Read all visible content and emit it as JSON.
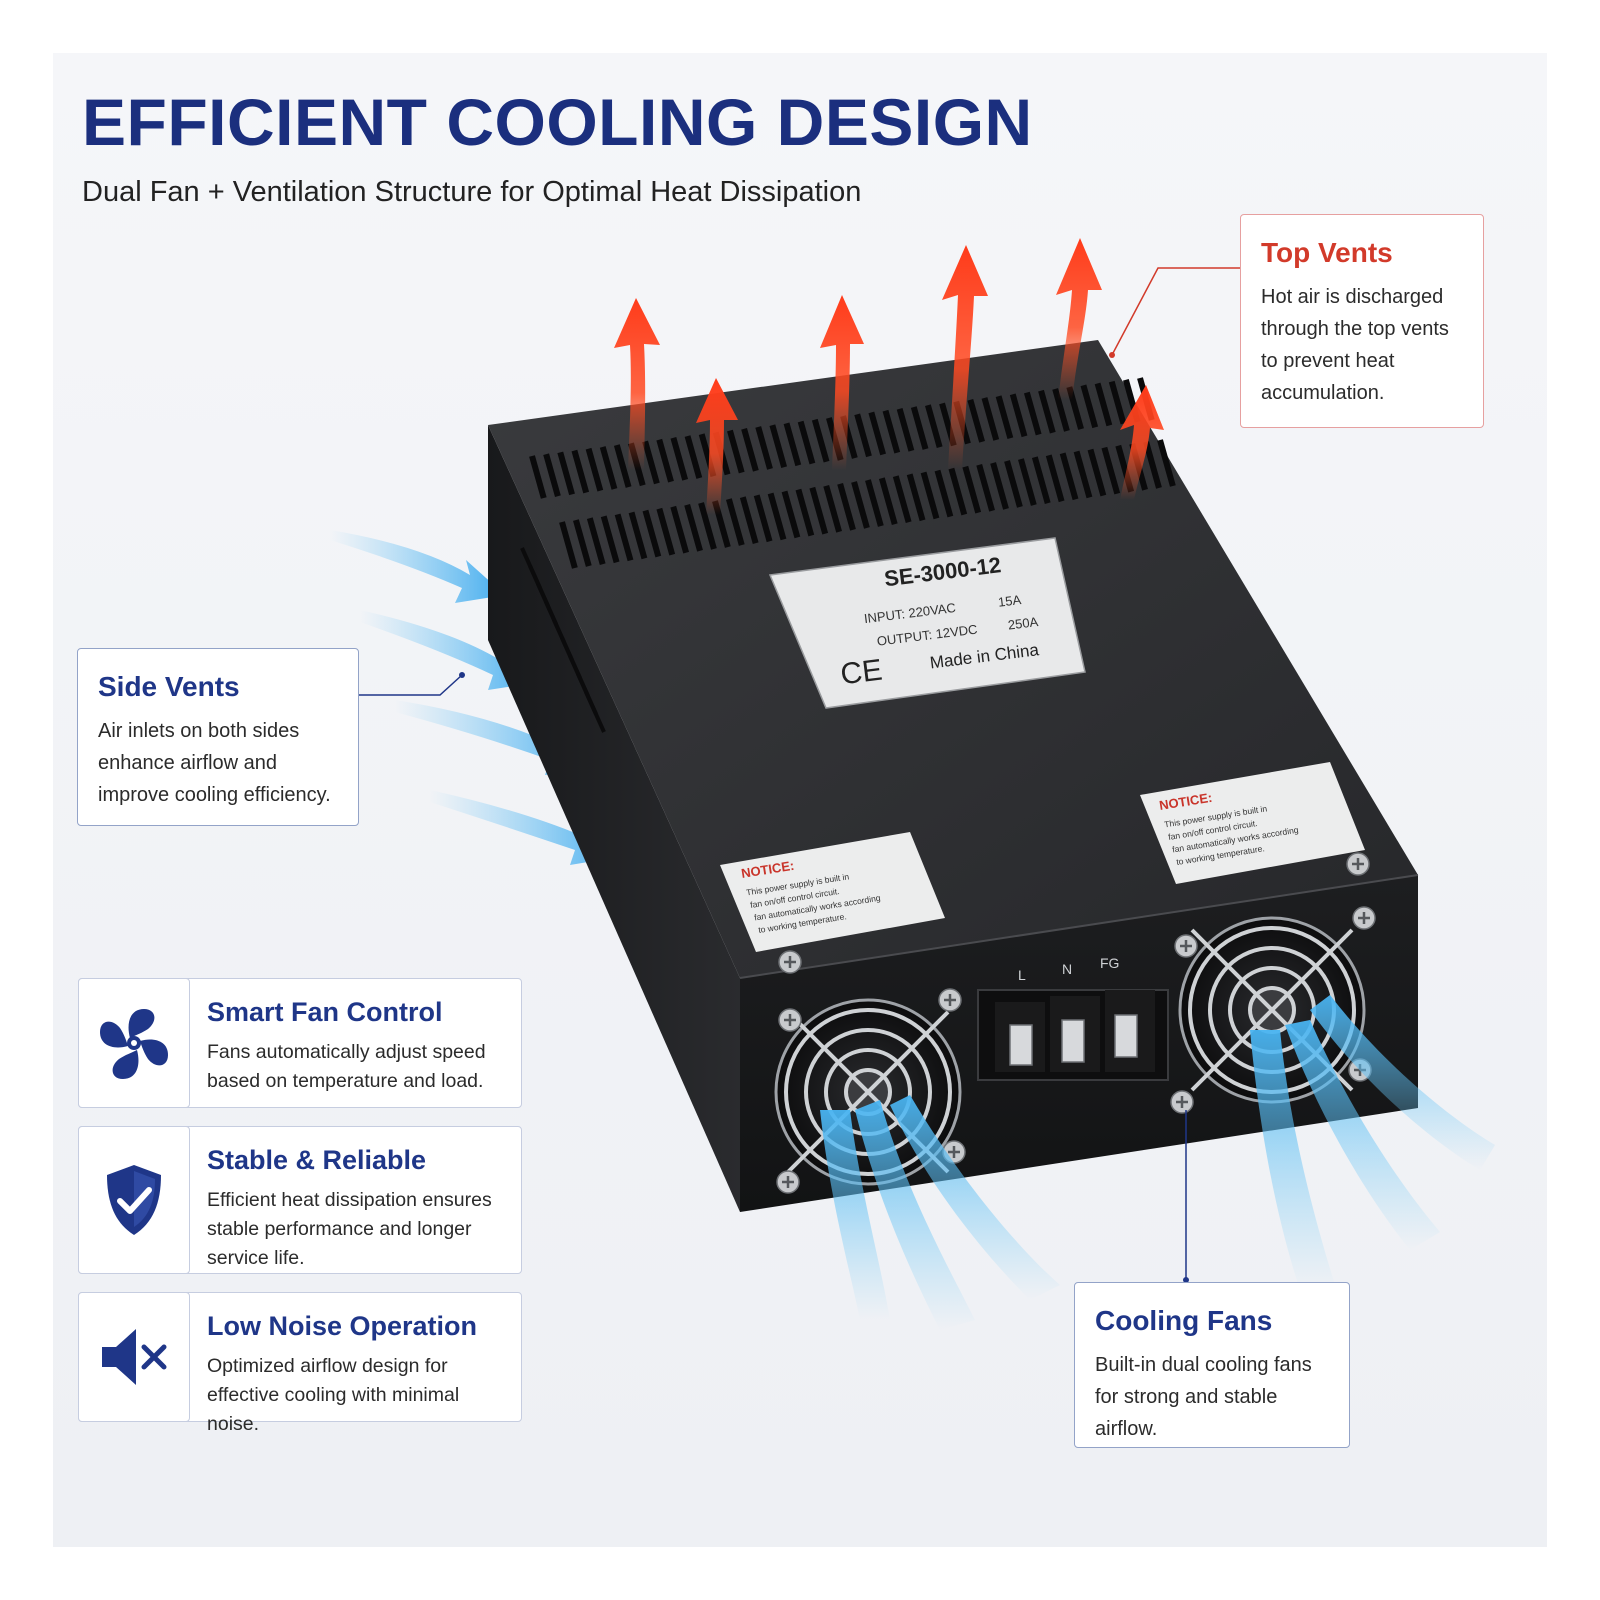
{
  "header": {
    "title": "EFFICIENT COOLING DESIGN",
    "subtitle": "Dual Fan + Ventilation Structure for Optimal Heat Dissipation"
  },
  "product": {
    "model": "SE-3000-12",
    "input": "INPUT: 220VAC",
    "input_current": "15A",
    "output": "OUTPUT: 12VDC",
    "output_current": "250A",
    "origin": "Made in China",
    "ce_mark": "CE",
    "terminals": [
      "L",
      "N",
      "FG"
    ],
    "notice_title": "NOTICE:",
    "notice_lines": [
      "This power supply is built in",
      "fan on/off control circuit.",
      "fan automatically works according",
      "to working temperature."
    ]
  },
  "callouts": {
    "top_vents": {
      "title": "Top Vents",
      "lines": [
        "Hot air is discharged",
        "through the top vents",
        "to prevent heat",
        "accumulation."
      ]
    },
    "side_vents": {
      "title": "Side Vents",
      "lines": [
        "Air inlets on both sides",
        "enhance airflow and",
        "improve cooling efficiency."
      ]
    },
    "cooling_fans": {
      "title": "Cooling Fans",
      "lines": [
        "Built-in dual cooling fans",
        "for strong and stable",
        "airflow."
      ]
    }
  },
  "features": [
    {
      "icon": "fan-icon",
      "title": "Smart Fan Control",
      "lines": [
        "Fans automatically adjust speed",
        "based on temperature and load."
      ]
    },
    {
      "icon": "shield-check-icon",
      "title": "Stable & Reliable",
      "lines": [
        "Efficient heat dissipation ensures",
        "stable performance and longer",
        "service life."
      ]
    },
    {
      "icon": "mute-icon",
      "title": "Low Noise Operation",
      "lines": [
        "Optimized airflow design for",
        "effective cooling with minimal noise."
      ]
    }
  ],
  "colors": {
    "title_blue": "#1b2f7e",
    "heading_blue": "#1f3688",
    "accent_red": "#d23a2a",
    "air_blue": "#3aa6e8",
    "case_black": "#262729"
  }
}
